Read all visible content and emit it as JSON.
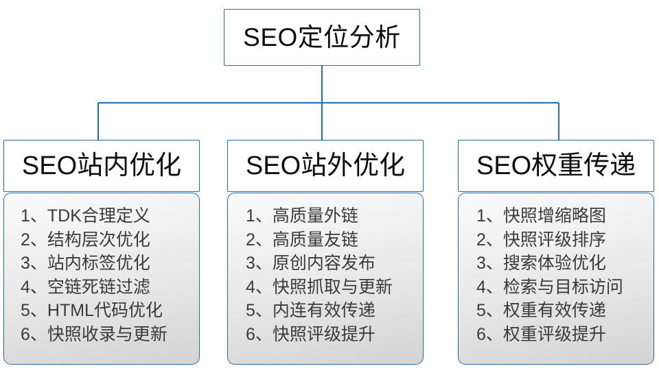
{
  "diagram": {
    "type": "org-chart",
    "root": {
      "label": "SEO定位分析"
    },
    "accent_color": "#1F6FB5",
    "title_text_color": "#0d0d0d",
    "item_text_color": "#3a3a3a",
    "branches": [
      {
        "header": "SEO站内优化",
        "items": [
          "1、TDK合理定义",
          "2、结构层次优化",
          "3、站内标签优化",
          "4、空链死链过滤",
          "5、HTML代码优化",
          "6、快照收录与更新"
        ]
      },
      {
        "header": "SEO站外优化",
        "items": [
          "1、高质量外链",
          "2、高质量友链",
          "3、原创内容发布",
          "4、快照抓取与更新",
          "5、内连有效传递",
          "6、快照评级提升"
        ]
      },
      {
        "header": "SEO权重传递",
        "items": [
          "1、快照增缩略图",
          "2、快照评级排序",
          "3、搜索体验优化",
          "4、检索与目标访问",
          "5、权重有效传递",
          "6、权重评级提升"
        ]
      }
    ]
  }
}
